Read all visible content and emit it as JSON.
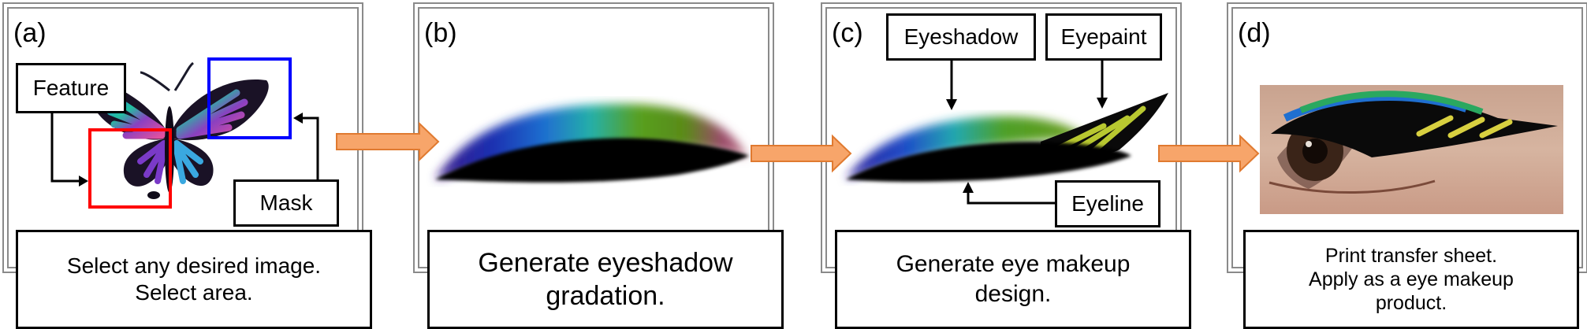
{
  "panels": [
    {
      "letter": "(a)",
      "caption": "Select any desired image.\nSelect area."
    },
    {
      "letter": "(b)",
      "caption": "Generate eyeshadow\ngradation."
    },
    {
      "letter": "(c)",
      "caption": "Generate eye makeup\ndesign."
    },
    {
      "letter": "(d)",
      "caption": "Print transfer sheet.\nApply as a eye makeup\nproduct."
    }
  ],
  "labels": {
    "feature": "Feature",
    "mask": "Mask",
    "eyeshadow": "Eyeshadow",
    "eyepaint": "Eyepaint",
    "eyeline": "Eyeline"
  },
  "colors": {
    "frame": "#8a8a8a",
    "feature_box": "#ff0000",
    "mask_box": "#0000ff",
    "flow_arrow": "#f7a56a"
  }
}
